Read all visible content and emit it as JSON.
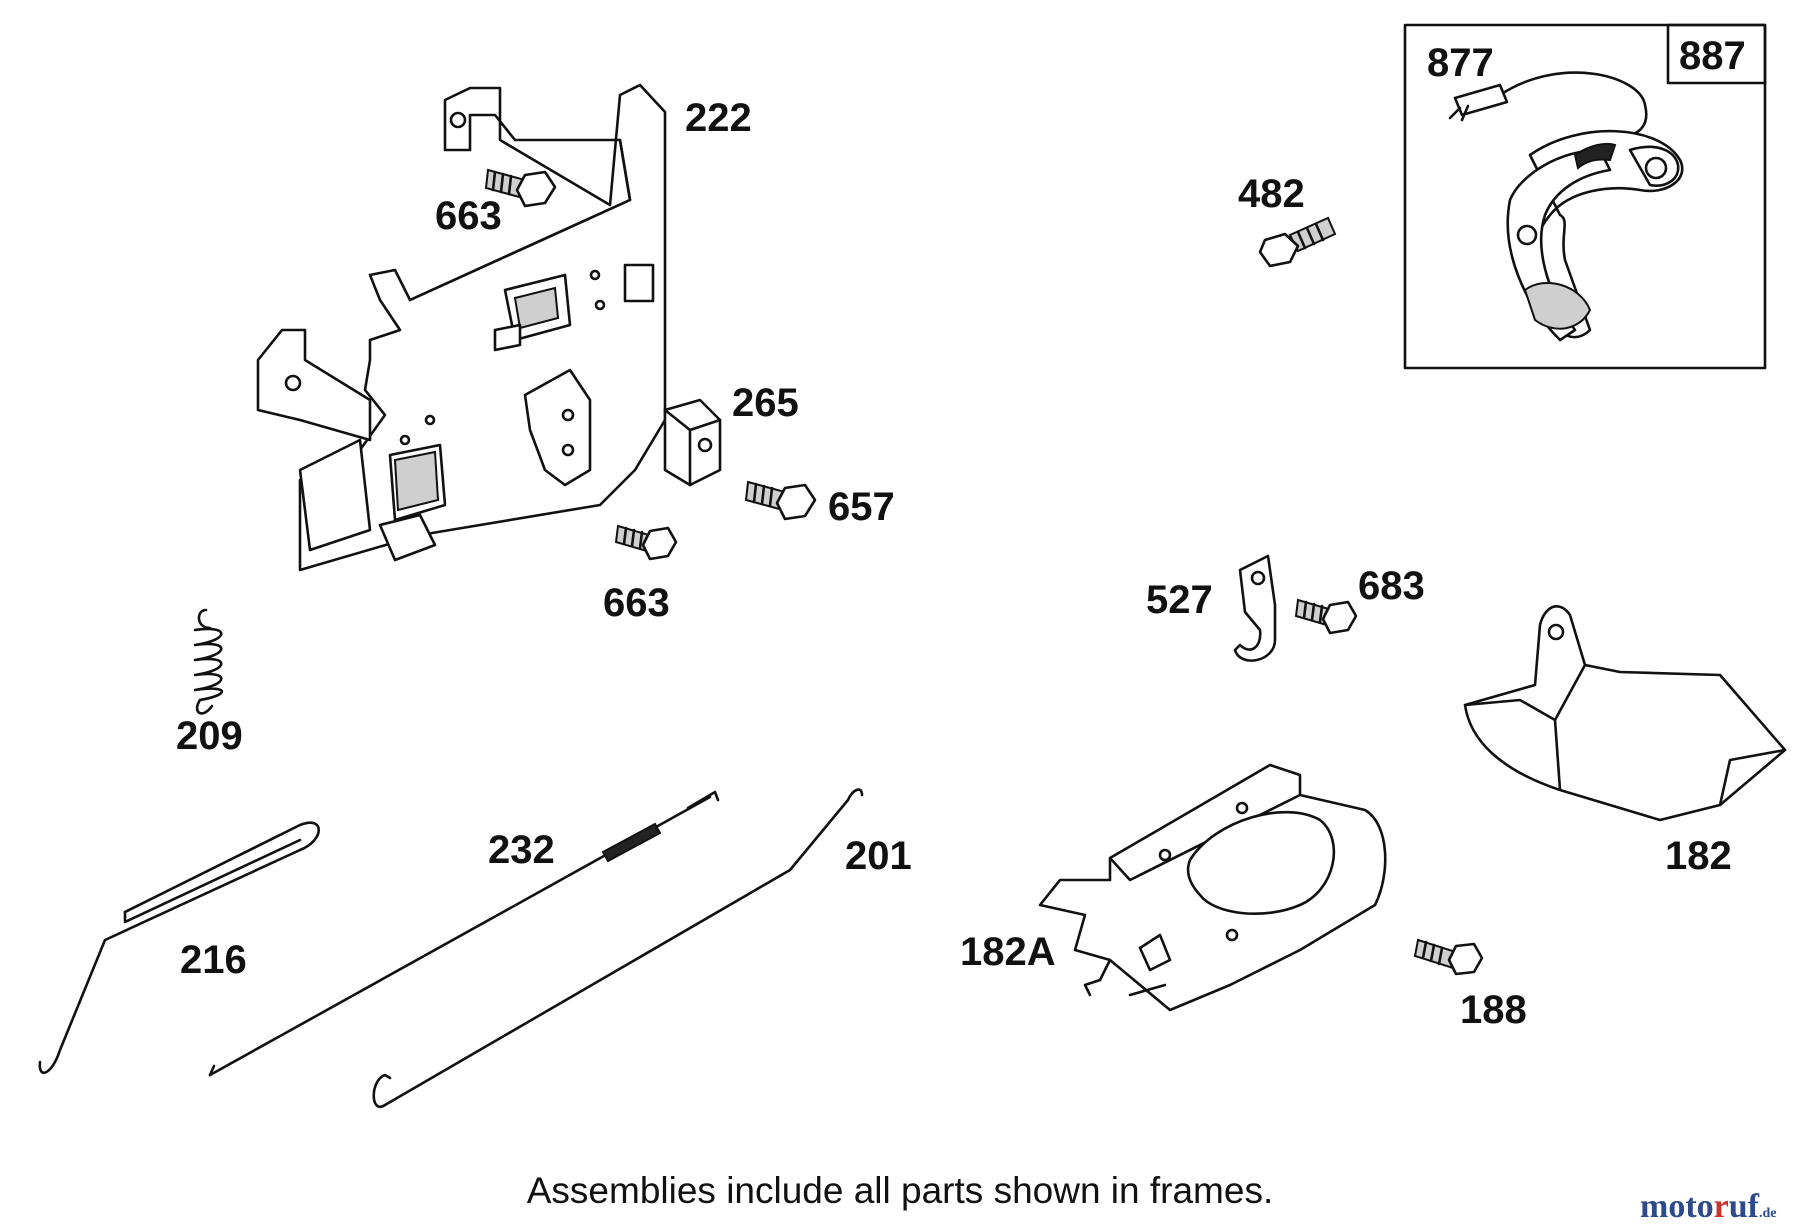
{
  "callouts": {
    "p222": "222",
    "p663a": "663",
    "p265": "265",
    "p657": "657",
    "p663b": "663",
    "p209": "209",
    "p232": "232",
    "p201": "201",
    "p216": "216",
    "p482": "482",
    "p877": "877",
    "p887": "887",
    "p527": "527",
    "p683": "683",
    "p182": "182",
    "p182a": "182A",
    "p188": "188"
  },
  "caption": "Assemblies include all parts shown in frames.",
  "watermark": {
    "part1": "moto",
    "part2": "r",
    "part3": "uf",
    "tld": ".de"
  }
}
